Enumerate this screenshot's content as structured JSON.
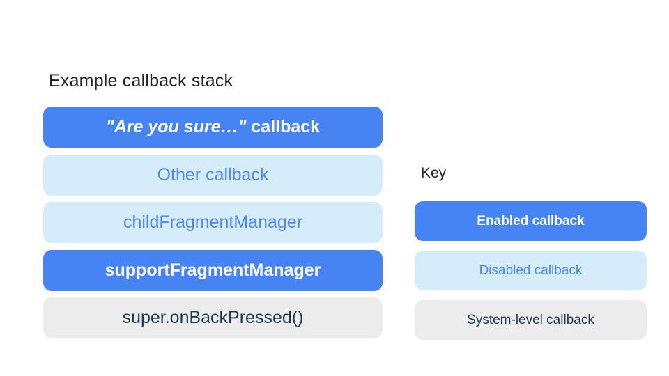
{
  "colors": {
    "enabled_bg": "#4683f3",
    "enabled_text": "#ffffff",
    "disabled_bg": "#d5ecfb",
    "disabled_text": "#4e86f4",
    "system_bg": "#ececec",
    "system_text": "#1c394b",
    "title_text": "#1f1f1f",
    "canvas_bg": "#ffffff"
  },
  "stack": {
    "title": "Example callback stack",
    "items": [
      {
        "label_italic": "\"Are you sure…\"",
        "label_rest": " callback",
        "state": "enabled"
      },
      {
        "label": "Other callback",
        "state": "disabled"
      },
      {
        "label": "childFragmentManager",
        "state": "disabled"
      },
      {
        "label": "supportFragmentManager",
        "state": "enabled"
      },
      {
        "label": "super.onBackPressed()",
        "state": "system"
      }
    ]
  },
  "key": {
    "title": "Key",
    "items": [
      {
        "label": "Enabled callback",
        "state": "enabled"
      },
      {
        "label": "Disabled callback",
        "state": "disabled"
      },
      {
        "label": "System-level callback",
        "state": "system"
      }
    ]
  }
}
